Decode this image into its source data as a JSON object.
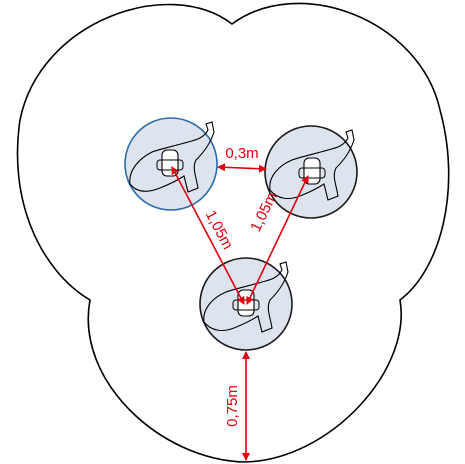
{
  "diagram": {
    "dimensions": {
      "gap_label": "0,3m",
      "left_diagonal_label": "1,05m",
      "right_diagonal_label": "1,05m",
      "bottom_clearance_label": "0,75m"
    },
    "persons": [
      {
        "name": "person-top-left"
      },
      {
        "name": "person-top-right"
      },
      {
        "name": "person-bottom"
      }
    ],
    "colors": {
      "outline": "#000000",
      "circle_fill": "#dde4ee",
      "circle_stroke_highlight": "#2e6bad",
      "circle_stroke": "#1a1a1a",
      "dimension": "#e3000f"
    }
  }
}
